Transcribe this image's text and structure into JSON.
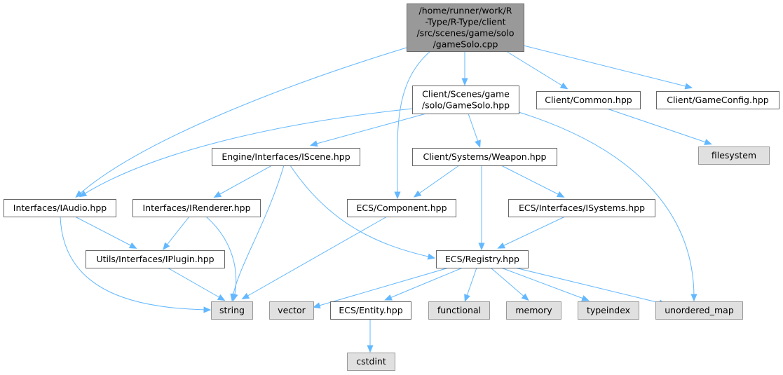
{
  "diagram": {
    "type": "include-dependency-graph",
    "colors": {
      "edge": "#63b8ff",
      "root_fill": "#999999",
      "normal_fill": "#ffffff",
      "system_fill": "#e0e0e0",
      "border": "#666666"
    },
    "nodes": [
      {
        "id": "gameSolo_cpp",
        "kind": "root",
        "lines": [
          "/home/runner/work/R",
          "-Type/R-Type/client",
          "/src/scenes/game/solo",
          "/gameSolo.cpp"
        ]
      },
      {
        "id": "GameSolo_hpp",
        "kind": "normal",
        "lines": [
          "Client/Scenes/game",
          "/solo/GameSolo.hpp"
        ]
      },
      {
        "id": "Common_hpp",
        "kind": "normal",
        "lines": [
          "Client/Common.hpp"
        ]
      },
      {
        "id": "GameConfig_hpp",
        "kind": "normal",
        "lines": [
          "Client/GameConfig.hpp"
        ]
      },
      {
        "id": "filesystem",
        "kind": "system",
        "lines": [
          "filesystem"
        ]
      },
      {
        "id": "IScene_hpp",
        "kind": "normal",
        "lines": [
          "Engine/Interfaces/IScene.hpp"
        ]
      },
      {
        "id": "Weapon_hpp",
        "kind": "normal",
        "lines": [
          "Client/Systems/Weapon.hpp"
        ]
      },
      {
        "id": "IAudio_hpp",
        "kind": "normal",
        "lines": [
          "Interfaces/IAudio.hpp"
        ]
      },
      {
        "id": "IRenderer_hpp",
        "kind": "normal",
        "lines": [
          "Interfaces/IRenderer.hpp"
        ]
      },
      {
        "id": "Component_hpp",
        "kind": "normal",
        "lines": [
          "ECS/Component.hpp"
        ]
      },
      {
        "id": "ISystems_hpp",
        "kind": "normal",
        "lines": [
          "ECS/Interfaces/ISystems.hpp"
        ]
      },
      {
        "id": "IPlugin_hpp",
        "kind": "normal",
        "lines": [
          "Utils/Interfaces/IPlugin.hpp"
        ]
      },
      {
        "id": "Registry_hpp",
        "kind": "normal",
        "lines": [
          "ECS/Registry.hpp"
        ]
      },
      {
        "id": "string",
        "kind": "system",
        "lines": [
          "string"
        ]
      },
      {
        "id": "vector",
        "kind": "system",
        "lines": [
          "vector"
        ]
      },
      {
        "id": "Entity_hpp",
        "kind": "normal",
        "lines": [
          "ECS/Entity.hpp"
        ]
      },
      {
        "id": "functional",
        "kind": "system",
        "lines": [
          "functional"
        ]
      },
      {
        "id": "memory",
        "kind": "system",
        "lines": [
          "memory"
        ]
      },
      {
        "id": "typeindex",
        "kind": "system",
        "lines": [
          "typeindex"
        ]
      },
      {
        "id": "unordered_map",
        "kind": "system",
        "lines": [
          "unordered_map"
        ]
      },
      {
        "id": "cstdint",
        "kind": "system",
        "lines": [
          "cstdint"
        ]
      }
    ],
    "edges": [
      {
        "from": "gameSolo_cpp",
        "to": "GameSolo_hpp"
      },
      {
        "from": "gameSolo_cpp",
        "to": "Common_hpp"
      },
      {
        "from": "gameSolo_cpp",
        "to": "GameConfig_hpp"
      },
      {
        "from": "gameSolo_cpp",
        "to": "IAudio_hpp"
      },
      {
        "from": "gameSolo_cpp",
        "to": "Component_hpp"
      },
      {
        "from": "GameSolo_hpp",
        "to": "IScene_hpp"
      },
      {
        "from": "GameSolo_hpp",
        "to": "Weapon_hpp"
      },
      {
        "from": "GameSolo_hpp",
        "to": "IAudio_hpp"
      },
      {
        "from": "GameSolo_hpp",
        "to": "unordered_map"
      },
      {
        "from": "Common_hpp",
        "to": "filesystem"
      },
      {
        "from": "IScene_hpp",
        "to": "IRenderer_hpp"
      },
      {
        "from": "IScene_hpp",
        "to": "string"
      },
      {
        "from": "IScene_hpp",
        "to": "Registry_hpp"
      },
      {
        "from": "Weapon_hpp",
        "to": "Component_hpp"
      },
      {
        "from": "Weapon_hpp",
        "to": "Registry_hpp"
      },
      {
        "from": "Weapon_hpp",
        "to": "ISystems_hpp"
      },
      {
        "from": "IAudio_hpp",
        "to": "IPlugin_hpp"
      },
      {
        "from": "IAudio_hpp",
        "to": "string"
      },
      {
        "from": "IRenderer_hpp",
        "to": "IPlugin_hpp"
      },
      {
        "from": "IRenderer_hpp",
        "to": "string"
      },
      {
        "from": "Component_hpp",
        "to": "string"
      },
      {
        "from": "ISystems_hpp",
        "to": "Registry_hpp"
      },
      {
        "from": "IPlugin_hpp",
        "to": "string"
      },
      {
        "from": "Registry_hpp",
        "to": "vector"
      },
      {
        "from": "Registry_hpp",
        "to": "Entity_hpp"
      },
      {
        "from": "Registry_hpp",
        "to": "functional"
      },
      {
        "from": "Registry_hpp",
        "to": "memory"
      },
      {
        "from": "Registry_hpp",
        "to": "typeindex"
      },
      {
        "from": "Registry_hpp",
        "to": "unordered_map"
      },
      {
        "from": "Entity_hpp",
        "to": "cstdint"
      }
    ]
  }
}
